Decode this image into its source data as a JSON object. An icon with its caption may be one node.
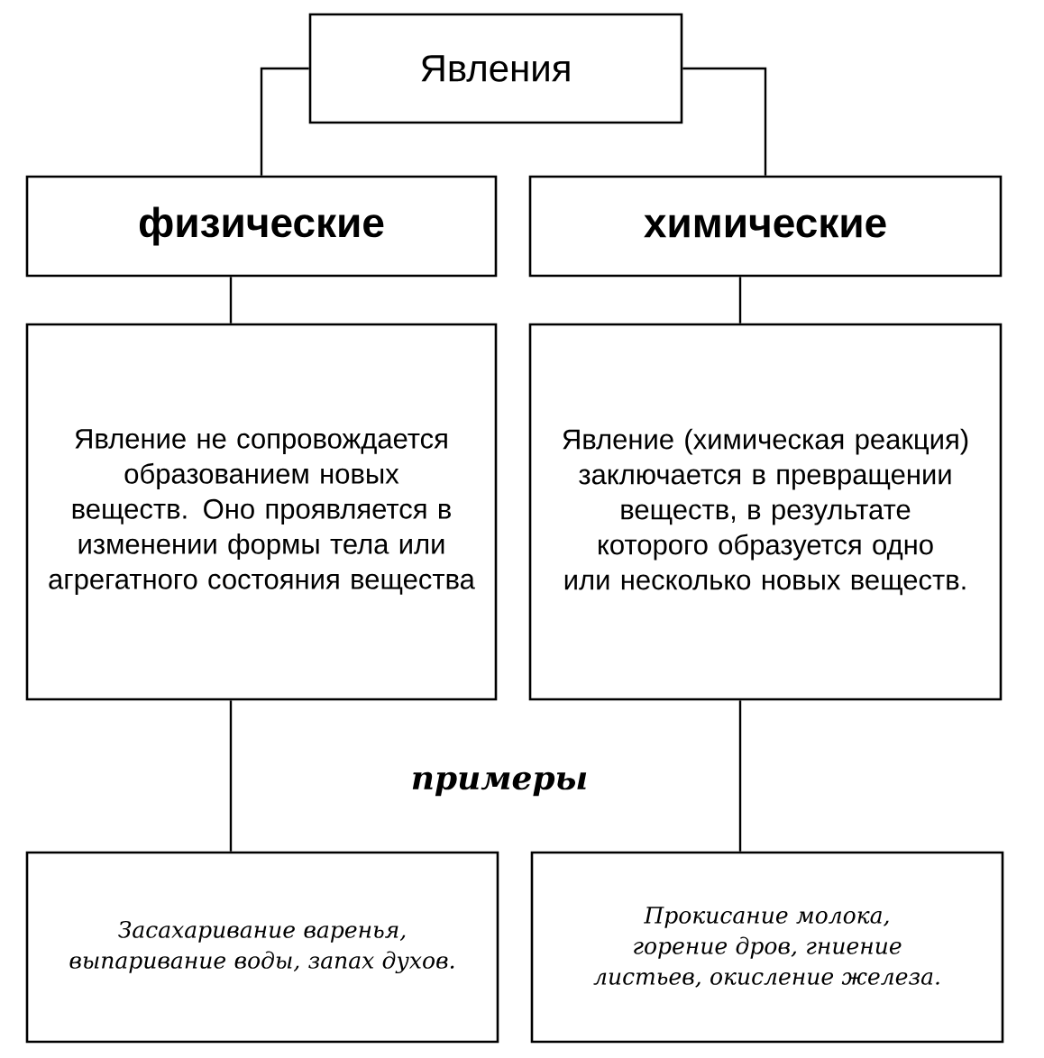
{
  "diagram": {
    "nodes": [
      {
        "text": [
          "Явления"
        ]
      },
      {
        "text": [
          "физические"
        ]
      },
      {
        "text": [
          "химические"
        ]
      },
      {
        "text": [
          "Явление не сопровождается образованием новых веществ. Оно проявляется в изменении формы тела или агрегатного состояния вещества"
        ]
      },
      {
        "text": [
          "Явление (химическая реакция) заключается в превращении веществ, в результате которого образуется одно или несколько новых веществ."
        ]
      },
      {
        "text": [
          "Засахаривание варенья, выпаривание воды, запах духов."
        ]
      },
      {
        "text": [
          "Прокисание молока, горение дров, гниение листьев, окисление железа."
        ]
      }
    ],
    "edges": [
      {
        "from": 0,
        "to": 1,
        "arrow": "none"
      },
      {
        "from": 0,
        "to": 2,
        "arrow": "none"
      },
      {
        "from": 1,
        "to": 3,
        "arrow": "none"
      },
      {
        "from": 2,
        "to": 4,
        "arrow": "none"
      },
      {
        "from": 3,
        "to": 5,
        "arrow": "none"
      },
      {
        "from": 4,
        "to": 6,
        "arrow": "none"
      }
    ],
    "labels": [
      "примеры"
    ]
  }
}
